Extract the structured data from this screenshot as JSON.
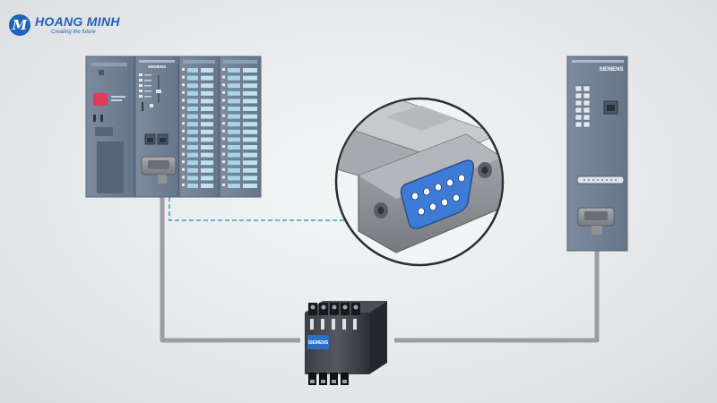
{
  "brand": {
    "logo_letter": "M",
    "name": "HOANG MINH",
    "slogan": "Creating the future"
  },
  "devices": {
    "plc_cpu_brand": "SIEMENS",
    "remote_module_brand": "SIEMENS",
    "repeater_brand": "SIEMENS"
  },
  "colors": {
    "panel": "#6f7f92",
    "panel_dark": "#5c6b7d",
    "cable": "#9a9ea3",
    "dashed_link": "#2fa7c7",
    "connector_pins": "#3e7bd6",
    "connector_body": "#8a8d92",
    "brand_blue": "#1f63b8"
  }
}
